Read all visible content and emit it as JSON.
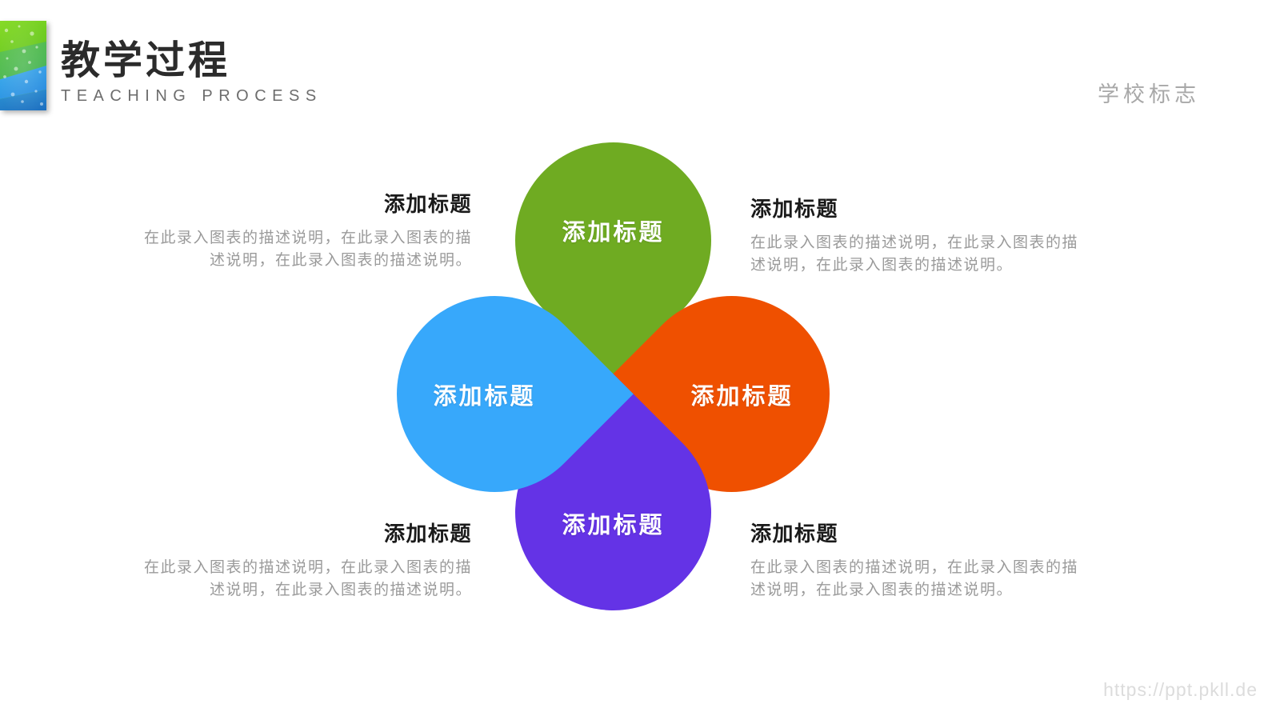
{
  "header": {
    "logo_icon": "colorful-fan-logo",
    "title_cn": "教学过程",
    "title_en": "TEACHING PROCESS",
    "school_mark": "学校标志"
  },
  "colors": {
    "green": "#6FAB22",
    "orange": "#EF5000",
    "blue": "#37A8FB",
    "purple": "#6433E6",
    "title_text": "#1a1a1a",
    "body_text": "#9a9a9a",
    "school_mark_text": "#a8a8a8",
    "watermark_text": "#dcdcdc"
  },
  "diagram": {
    "type": "four-petal-flower",
    "petals": [
      {
        "position": "top",
        "label": "添加标题",
        "color": "#6FAB22"
      },
      {
        "position": "right",
        "label": "添加标题",
        "color": "#EF5000"
      },
      {
        "position": "bottom",
        "label": "添加标题",
        "color": "#6433E6"
      },
      {
        "position": "left",
        "label": "添加标题",
        "color": "#37A8FB"
      }
    ]
  },
  "text_blocks": [
    {
      "position": "top-left",
      "title": "添加标题",
      "body": "在此录入图表的描述说明，在此录入图表的描述说明，在此录入图表的描述说明。"
    },
    {
      "position": "top-right",
      "title": "添加标题",
      "body": "在此录入图表的描述说明，在此录入图表的描述说明，在此录入图表的描述说明。"
    },
    {
      "position": "bottom-left",
      "title": "添加标题",
      "body": "在此录入图表的描述说明，在此录入图表的描述说明，在此录入图表的描述说明。"
    },
    {
      "position": "bottom-right",
      "title": "添加标题",
      "body": "在此录入图表的描述说明，在此录入图表的描述说明，在此录入图表的描述说明。"
    }
  ],
  "watermark": "https://ppt.pkll.de"
}
